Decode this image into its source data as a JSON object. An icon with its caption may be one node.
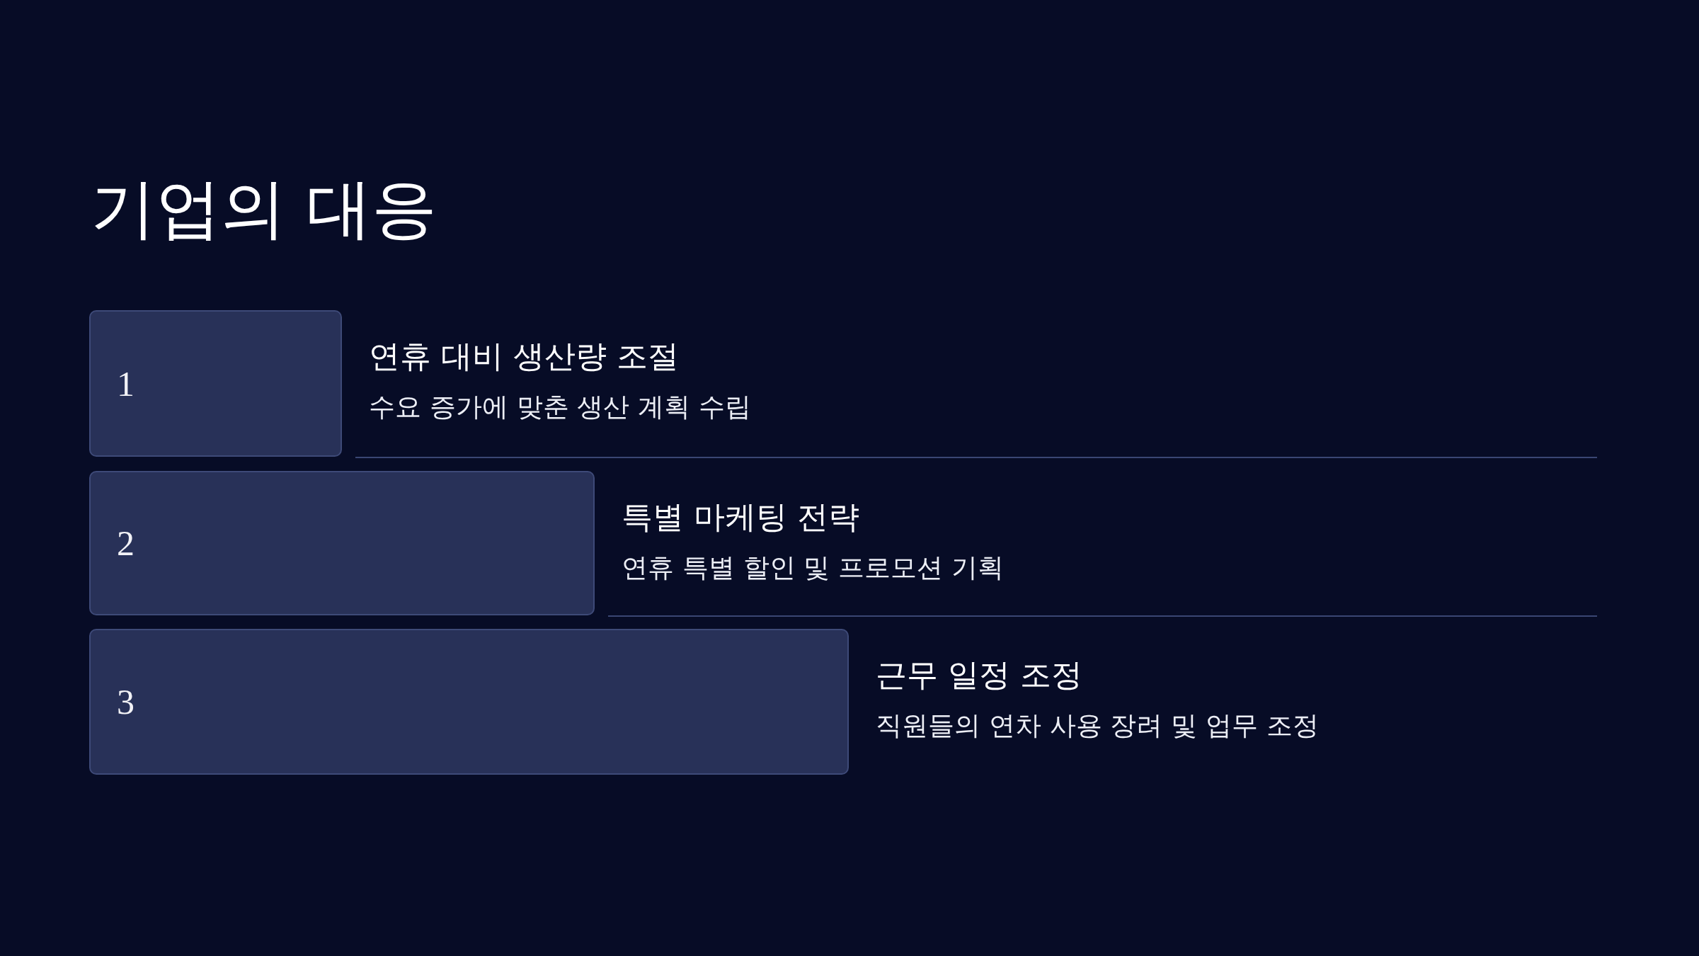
{
  "diagram": {
    "title": "기업의 대응",
    "nodes": [
      {
        "text": [
          "1"
        ],
        "beside": [
          "연휴 대비 생산량 조절",
          "수요 증가에 맞춘 생산 계획 수립"
        ]
      },
      {
        "text": [
          "2"
        ],
        "beside": [
          "특별 마케팅 전략",
          "연휴 특별 할인 및 프로모션 기획"
        ]
      },
      {
        "text": [
          "3"
        ],
        "beside": [
          "근무 일정 조정",
          "직원들의 연차 사용 장려 및 업무 조정"
        ]
      }
    ]
  }
}
